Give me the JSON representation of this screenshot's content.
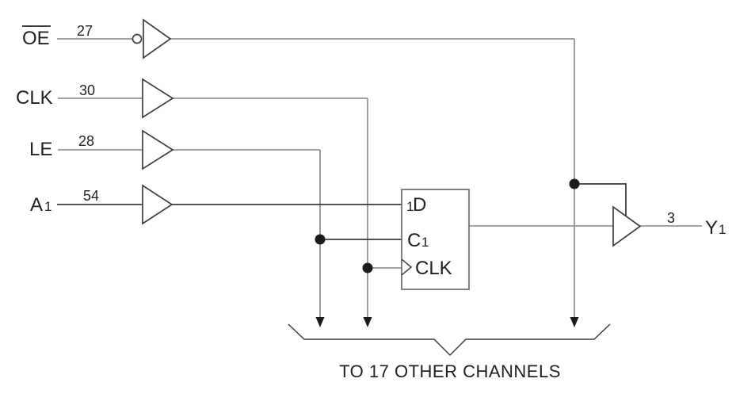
{
  "diagram": {
    "caption": "TO 17 OTHER CHANNELS",
    "inputs": {
      "oe": {
        "label": "OE",
        "pin": "27",
        "overline": true
      },
      "clk": {
        "label": "CLK",
        "pin": "30"
      },
      "le": {
        "label": "LE",
        "pin": "28"
      },
      "a1": {
        "base": "A",
        "sub": "1",
        "pin": "54"
      }
    },
    "latch": {
      "d_prefix": "1",
      "d_letter": "D",
      "c_letter": "C",
      "c_suffix": "1",
      "clk_label": "CLK"
    },
    "output": {
      "pin": "3",
      "base": "Y",
      "sub": "1"
    },
    "colors": {
      "wire_gray": "#949494",
      "ink": "#231f20",
      "background": "#ffffff"
    }
  }
}
